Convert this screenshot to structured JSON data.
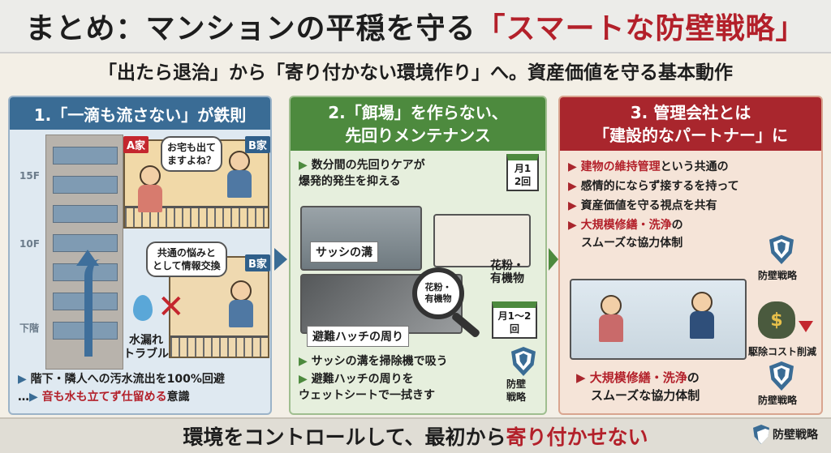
{
  "header": {
    "title_main": "まとめ：マンションの平穏を守る",
    "title_accent": "「スマートな防壁戦略」",
    "subtitle": "「出たら退治」から「寄り付かない環境作り」へ。資産価値を守る基本動作"
  },
  "panel1": {
    "heading": "1.「一滴も流さない」が鉄則",
    "floors": [
      "15F",
      "10F",
      "下階"
    ],
    "tag_a": "A家",
    "tag_b_top": "B家",
    "tag_b_mid": "B家",
    "bubble_top": "お宅も出て\nますよね？",
    "bubble_mid": "共通の悩みと\nとして情報交換",
    "trouble_label": "水漏れ\nトラブル",
    "bullet1": "階下・隣人への汚水流出を100%回避",
    "bullet2_prefix": "…",
    "bullet2_red": "音も水も立てず仕留める",
    "bullet2_suffix": "意識"
  },
  "panel2": {
    "heading_line1": "2.「餌場」を作らない、",
    "heading_line2": "先回りメンテナンス",
    "intro": "数分間の先回りケアが\n爆発的発生を抑える",
    "calendar_top": "月1\n2回",
    "calendar_bottom": "月1〜2回",
    "label_sash": "サッシの溝",
    "label_pollen": "花粉・\n有機物",
    "lens_text": "花粉・\n有機物",
    "label_hatch": "避難ハッチの周り",
    "bullet1": "サッシの溝を掃除機で吸う",
    "bullet2": "避難ハッチの周りを\nウェットシートで一拭きす",
    "shield_label": "防壁\n戦略"
  },
  "panel3": {
    "heading_line1": "3. 管理会社とは",
    "heading_line2": "「建設的なパートナー」に",
    "bullets": [
      {
        "red": "建物の維持管理",
        "rest": "という共通の"
      },
      {
        "red": "",
        "rest": "感情的にならず接するを持って"
      },
      {
        "red": "",
        "rest": "資産価値を守る視点を共有"
      },
      {
        "red": "大規模修繕・洗浄",
        "rest": "の"
      }
    ],
    "bullet4_line2": "スムーズな協力体制",
    "shield_label_top": "防壁戦略",
    "cost_label": "駆除コスト削減",
    "shield_label_bottom": "防壁戦略",
    "bottom_bullet_red": "大規模修繕・洗浄",
    "bottom_bullet_rest": "の",
    "bottom_bullet_line2": "スムーズな協力体制"
  },
  "footer": {
    "text_prefix": "環境をコントロールして、最初から",
    "text_red": "寄り付かせない",
    "logo_text": "防壁戦略"
  },
  "colors": {
    "blue": "#3a6c95",
    "green": "#4d8a3e",
    "red": "#a9262d",
    "accent_red": "#b3202a"
  }
}
